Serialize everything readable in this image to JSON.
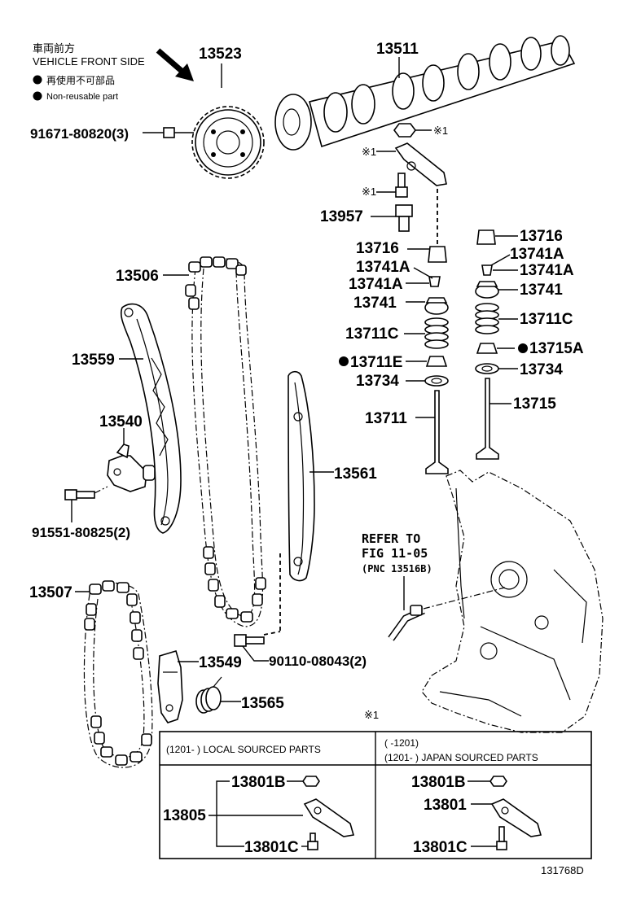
{
  "legend": {
    "direction_jp": "車両前方",
    "direction_en": "VEHICLE FRONT SIDE",
    "nonreusable_jp": "再使用不可部品",
    "nonreusable_en": "Non-reusable part"
  },
  "parts": {
    "p13523": "13523",
    "p13511": "13511",
    "p91671": "91671-80820(3)",
    "mark1_a": "※1",
    "mark1_b": "※1",
    "mark1_c": "※1",
    "p13957": "13957",
    "p13716_l": "13716",
    "p13716_r": "13716",
    "p13741A_l1": "13741A",
    "p13741A_l2": "13741A",
    "p13741A_r1": "13741A",
    "p13741A_r2": "13741A",
    "p13741_l": "13741",
    "p13741_r": "13741",
    "p13711C_l": "13711C",
    "p13711C_r": "13711C",
    "p13711E": "13711E",
    "p13715A": "13715A",
    "p13734_l": "13734",
    "p13734_r": "13734",
    "p13711": "13711",
    "p13715": "13715",
    "p13506": "13506",
    "p13559": "13559",
    "p13540": "13540",
    "p91551": "91551-80825(2)",
    "p13561": "13561",
    "p13507": "13507",
    "p13549": "13549",
    "p13565": "13565",
    "p90110": "90110-08043(2)"
  },
  "refer": {
    "line1": "REFER TO",
    "line2": "FIG 11-05",
    "line3": "(PNC 13516B)"
  },
  "table": {
    "mark": "※1",
    "left_header": "(1201-     ) LOCAL SOURCED PARTS",
    "right_header_1": "(      -1201)",
    "right_header_2": "(1201-      ) JAPAN SOURCED PARTS",
    "l_13801B": "13801B",
    "l_13805": "13805",
    "l_13801C": "13801C",
    "r_13801B": "13801B",
    "r_13801": "13801",
    "r_13801C": "13801C"
  },
  "figure_code": "131768D"
}
